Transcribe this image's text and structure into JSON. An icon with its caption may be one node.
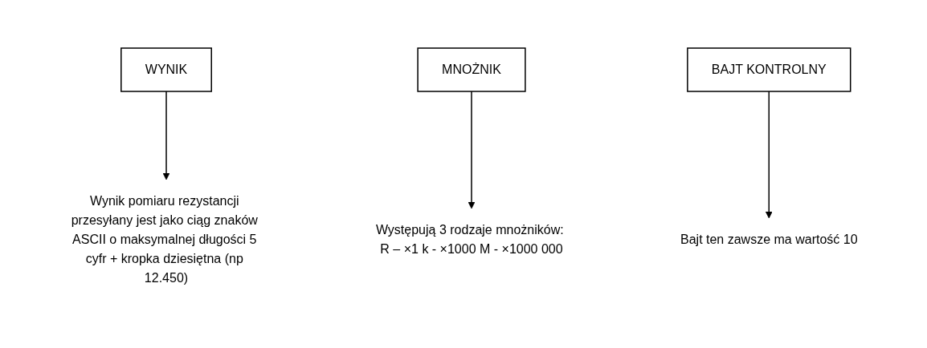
{
  "diagram": {
    "nodes": [
      {
        "text": [
          "WYNIK"
        ]
      },
      {
        "text": [
          "MNOŻNIK"
        ]
      },
      {
        "text": [
          "BAJT KONTROLNY"
        ]
      },
      {
        "text": [
          "Wynik pomiaru rezystancji przesyłany jest jako ciąg znaków ASCII o maksymalnej długości 5 cyfr + kropka dziesiętna (np 12.450)"
        ]
      },
      {
        "text": [
          "Występują 3 rodzaje mnożników: R – ×1 k - ×1000 M - ×1000 000"
        ]
      },
      {
        "text": [
          "Bajt ten zawsze ma wartość 10"
        ]
      }
    ],
    "edges": [
      {
        "from": 0,
        "to": 3,
        "arrow": "to"
      },
      {
        "from": 1,
        "to": 4,
        "arrow": "to"
      },
      {
        "from": 2,
        "to": 5,
        "arrow": "to"
      }
    ]
  }
}
